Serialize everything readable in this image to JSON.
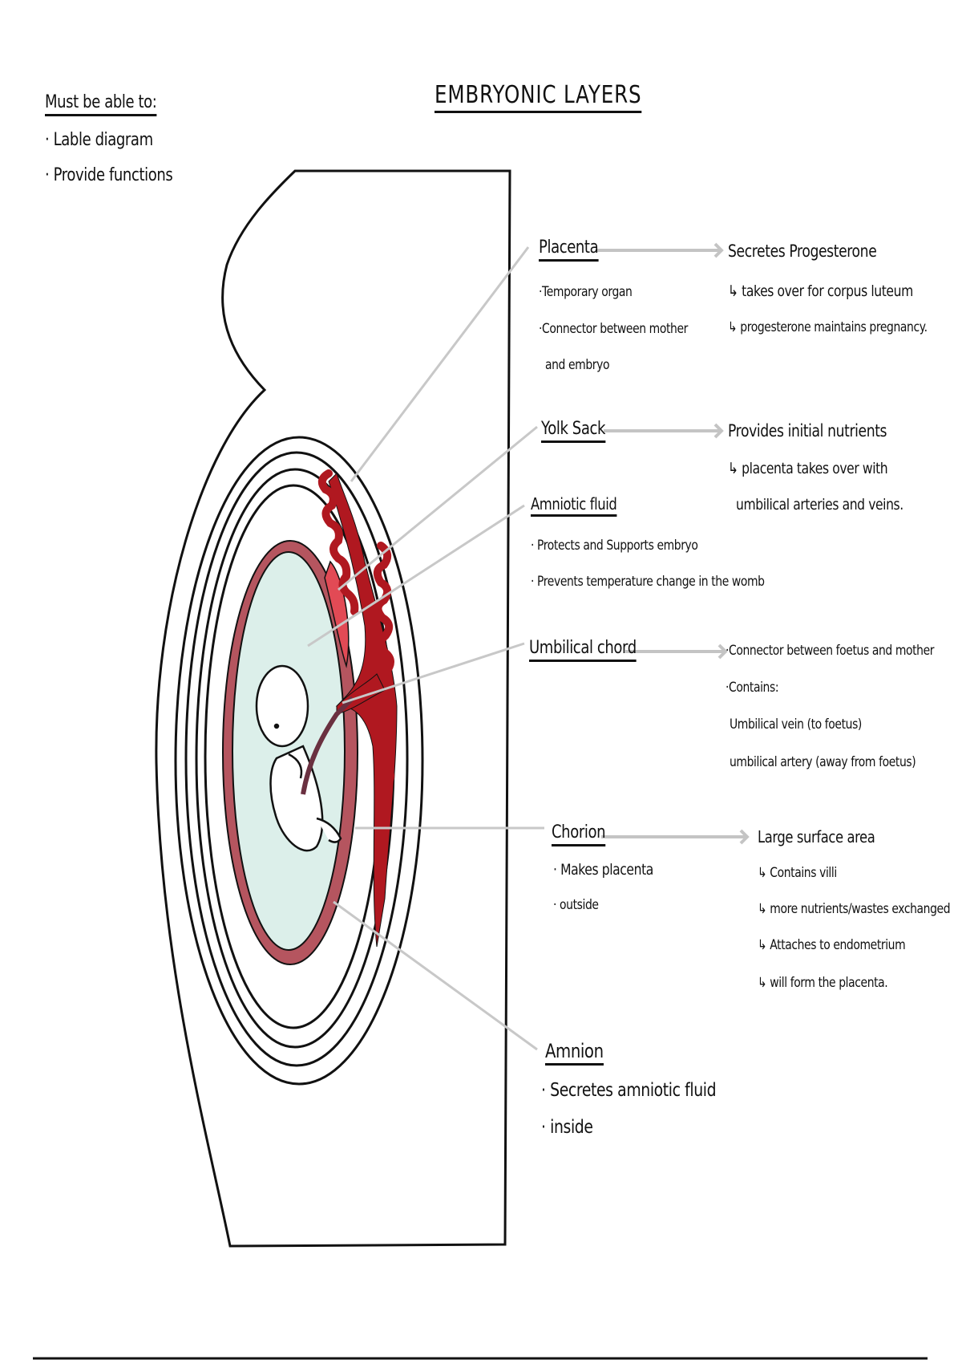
{
  "title": "EMBRYONIC LAYERS",
  "requirements": {
    "heading": "Must be able to:",
    "items": [
      "· Lable diagram",
      "· Provide functions"
    ]
  },
  "labels": {
    "placenta": {
      "name": "Placenta",
      "bullets": [
        "·Temporary organ",
        "·Connector between mother",
        "and embryo"
      ],
      "function": "Secretes Progesterone",
      "details": [
        "↳ takes over for corpus luteum",
        "↳ progesterone maintains pregnancy."
      ]
    },
    "yolk_sack": {
      "name": "Yolk Sack",
      "function": "Provides initial nutrients",
      "details": [
        "↳ placenta takes over with",
        "umbilical arteries and veins."
      ]
    },
    "amniotic_fluid": {
      "name": "Amniotic fluid",
      "bullets": [
        "· Protects and Supports embryo",
        "· Prevents temperature change in the womb"
      ]
    },
    "umbilical_chord": {
      "name": "Umbilical chord",
      "details": [
        "·Connector between foetus and mother",
        "·Contains:",
        "Umbilical vein (to foetus)",
        "umbilical artery (away from foetus)"
      ]
    },
    "chorion": {
      "name": "Chorion",
      "bullets": [
        "· Makes placenta",
        "· outside"
      ],
      "function": "Large surface area",
      "details": [
        "↳ Contains villi",
        "↳ more nutrients/wastes exchanged",
        "↳ Attaches to endometrium",
        "↳ will form the placenta."
      ]
    },
    "amnion": {
      "name": "Amnion",
      "bullets": [
        "· Secretes amniotic fluid",
        "· inside"
      ]
    }
  },
  "colors": {
    "placenta": "#b01820",
    "chorion": "#b5555f",
    "chorion_light": "#f0c8cc",
    "fluid": "#dcefea",
    "leader": "#c8c8c8"
  }
}
